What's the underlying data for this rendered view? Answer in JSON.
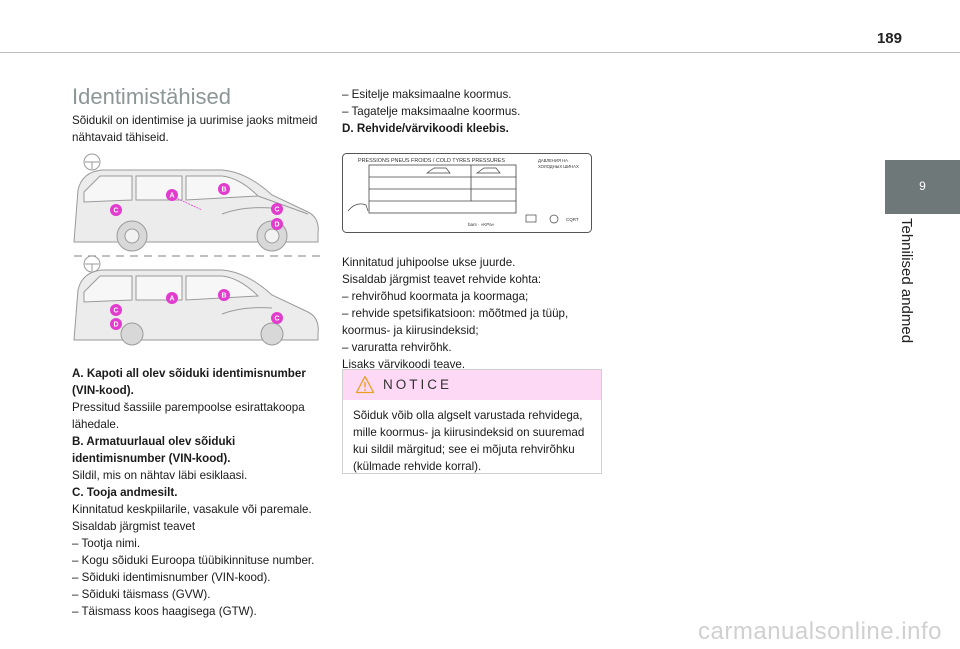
{
  "page_number": "189",
  "chapter": {
    "number": "9",
    "title": "Tehnilised andmed"
  },
  "left": {
    "title": "Identimistähised",
    "intro": [
      "Sõidukil on identimise ja uurimise jaoks mitmeid",
      "nähtavaid tähiseid."
    ],
    "callouts": {
      "a": "A",
      "b": "B",
      "c": "C",
      "d": "D"
    },
    "items": [
      {
        "text": "A. Kapoti all olev sõiduki identimisnumber",
        "bold": true
      },
      {
        "text": "(VIN-kood).",
        "bold": true
      },
      {
        "text": " Pressitud šassiile parempoolse esirattakoopa",
        "bold": false
      },
      {
        "text": "lähedale.",
        "bold": false
      },
      {
        "text": "B. Armatuurlaual olev sõiduki",
        "bold": true
      },
      {
        "text": "identimisnumber (VIN-kood).",
        "bold": true
      },
      {
        "text": "Sildil, mis on nähtav läbi esiklaasi.",
        "bold": false
      },
      {
        "text": "C. Tooja andmesilt.",
        "bold": true
      },
      {
        "text": "Kinnitatud keskpiilarile, vasakule või paremale.",
        "bold": false
      },
      {
        "text": "Sisaldab järgmist teavet",
        "bold": false
      },
      {
        "text": "–  Tootja nimi.",
        "bold": false
      },
      {
        "text": "–  Kogu sõiduki Euroopa tüübikinnituse number.",
        "bold": false
      },
      {
        "text": "–  Sõiduki identimisnumber (VIN-kood).",
        "bold": false
      },
      {
        "text": "–  Sõiduki täismass (GVW).",
        "bold": false
      },
      {
        "text": "–  Täismass koos haagisega (GTW).",
        "bold": false
      }
    ]
  },
  "right": {
    "top_items": [
      {
        "text": "–  Esitelje maksimaalne koormus.",
        "bold": false
      },
      {
        "text": "–  Tagatelje maksimaalne koormus.",
        "bold": false
      },
      {
        "text": "D. Rehvide/värvikoodi kleebis.",
        "bold": true
      }
    ],
    "label": {
      "header": "PRESSIONS PNEUS FROIDS / COLD TYRES PRESSURES",
      "side_text": [
        "ДАВЛЕНИЯ НА",
        "ХОЛОДНЫХ ШИНАХ"
      ],
      "bottom_unit": "bars · «KPa»",
      "bottom_code": "CQRT"
    },
    "body": [
      {
        "text": "Kinnitatud juhipoolse ukse juurde.",
        "bold": false
      },
      {
        "text": "Sisaldab järgmist teavet rehvide kohta:",
        "bold": false
      },
      {
        "text": "–  rehvirõhud koormata ja koormaga;",
        "bold": false
      },
      {
        "text": "–  rehvide spetsifikatsioon: mõõtmed ja tüüp,",
        "bold": false
      },
      {
        "text": "koormus- ja kiirusindeksid;",
        "bold": false
      },
      {
        "text": "–  varuratta rehvirõhk.",
        "bold": false
      },
      {
        "text": "Lisaks värvikoodi teave.",
        "bold": false
      }
    ],
    "notice": {
      "label": "NOTICE",
      "lines": [
        "Sõiduk võib olla algselt varustada rehvidega,",
        "mille koormus- ja kiirusindeksid on suuremad",
        "kui sildil märgitud; see ei mõjuta rehvirõhku",
        "(külmade rehvide korral)."
      ]
    }
  },
  "footer": "carmanualsonline.info",
  "colors": {
    "accent_callout": "#e23ccf",
    "heading_grey": "#8d9696",
    "tab_grey": "#6e7878",
    "notice_bg": "#fdd9f5",
    "warning_orange": "#e8a020"
  }
}
